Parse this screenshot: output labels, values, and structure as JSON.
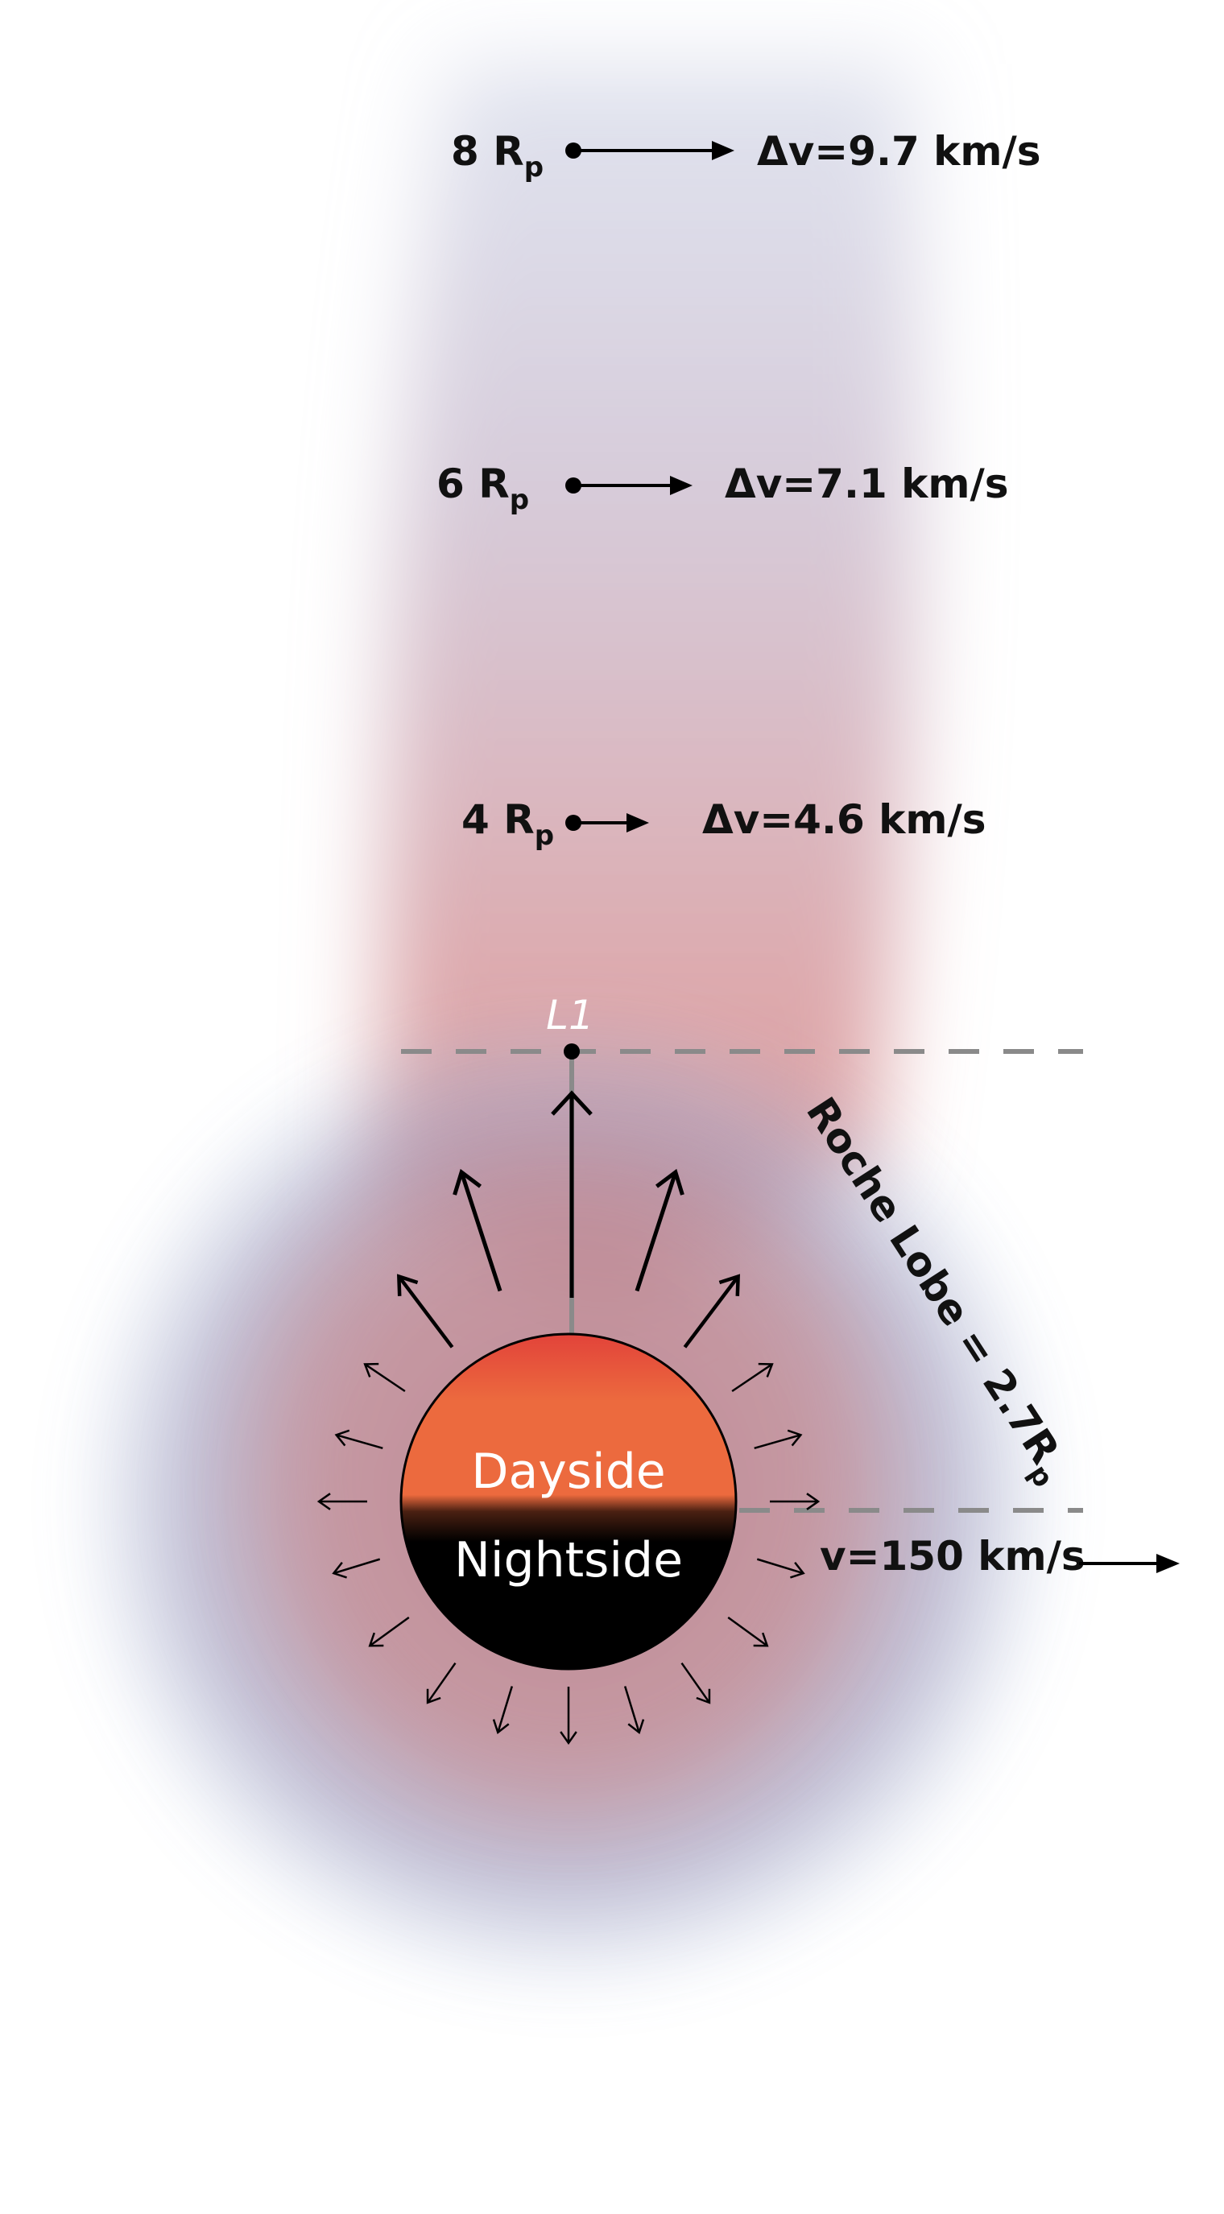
{
  "planet": {
    "day_label": "Dayside",
    "night_label": "Nightside"
  },
  "lagrange": {
    "label": "L1"
  },
  "roche": {
    "prefix": "Roche Lobe = 2.7R",
    "subscript": "p"
  },
  "orbit": {
    "velocity_label": "v=150 km/s"
  },
  "stream": [
    {
      "radius": "8 R",
      "subscript": "p",
      "dv": "Δv=9.7 km/s"
    },
    {
      "radius": "6 R",
      "subscript": "p",
      "dv": "Δv=7.1 km/s"
    },
    {
      "radius": "4 R",
      "subscript": "p",
      "dv": "Δv=4.6 km/s"
    }
  ],
  "colors": {
    "dayside": "#ec6a3e",
    "dayside_top": "#e2433a",
    "nightside": "#000000",
    "envelope_blue": "#8fa6cf",
    "tail_red": "#d98a8a",
    "tail_blue": "#c7cde2",
    "guide_dash": "#8a8a8a"
  },
  "icons": [
    "arrow-icon",
    "dot-icon"
  ]
}
